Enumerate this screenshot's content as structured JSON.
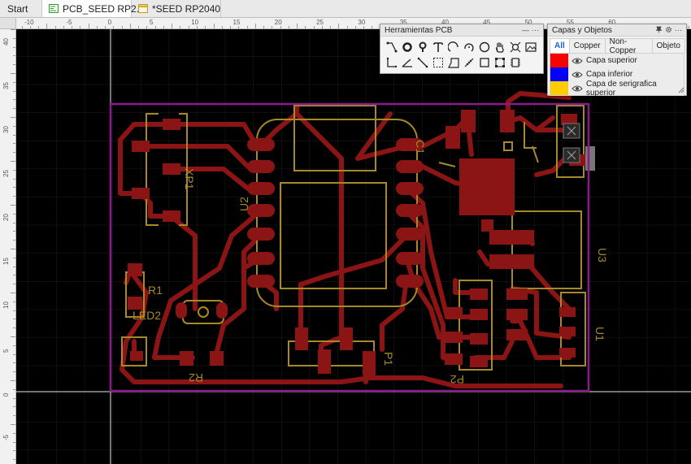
{
  "tabs": [
    {
      "label": "Start"
    },
    {
      "label": "PCB_SEED RP2...",
      "icon": "pcb-icon"
    },
    {
      "label": "*SEED RP2040",
      "icon": "schematic-icon"
    }
  ],
  "ruler_top": [
    "-10",
    "-5",
    "0",
    "5",
    "10",
    "15",
    "20",
    "25",
    "30",
    "35",
    "40",
    "45",
    "50",
    "55",
    "60"
  ],
  "ruler_left": [
    "40",
    "35",
    "30",
    "25",
    "20",
    "15",
    "10",
    "5",
    "0",
    "-5"
  ],
  "tools_panel": {
    "title": "Herramientas PCB",
    "tools": [
      "track-icon",
      "via-icon",
      "pad-icon",
      "text-icon",
      "arc-icon",
      "arc-center-icon",
      "circle-icon",
      "pan-hand-icon",
      "hole-icon",
      "image-icon",
      "dimension-icon",
      "angle-icon",
      "measure-icon",
      "rect-select-icon",
      "polygon-icon",
      "connect-icon",
      "rectangle-icon",
      "group-icon",
      "component-icon"
    ]
  },
  "layers_panel": {
    "title": "Capas y Objetos",
    "tabs": [
      "All",
      "Copper",
      "Non-Copper",
      "Objeto"
    ],
    "layers": [
      {
        "name": "Capa superior",
        "color": "#ff0000"
      },
      {
        "name": "Capa inferior",
        "color": "#0000ff"
      },
      {
        "name": "Capa de serigrafica superior",
        "color": "#ffcc00"
      }
    ]
  },
  "board": {
    "outline_color": "#8a1c8a",
    "copper_color": "#8b1414",
    "silk_color": "#a8892a",
    "labels": {
      "xp1": "XP1",
      "u2": "U2",
      "c1": "C1",
      "r1": "R1",
      "led2": "LED2",
      "r2": "R2",
      "p1": "P1",
      "p2": "P2",
      "u1": "U1",
      "u3": "U3"
    }
  }
}
